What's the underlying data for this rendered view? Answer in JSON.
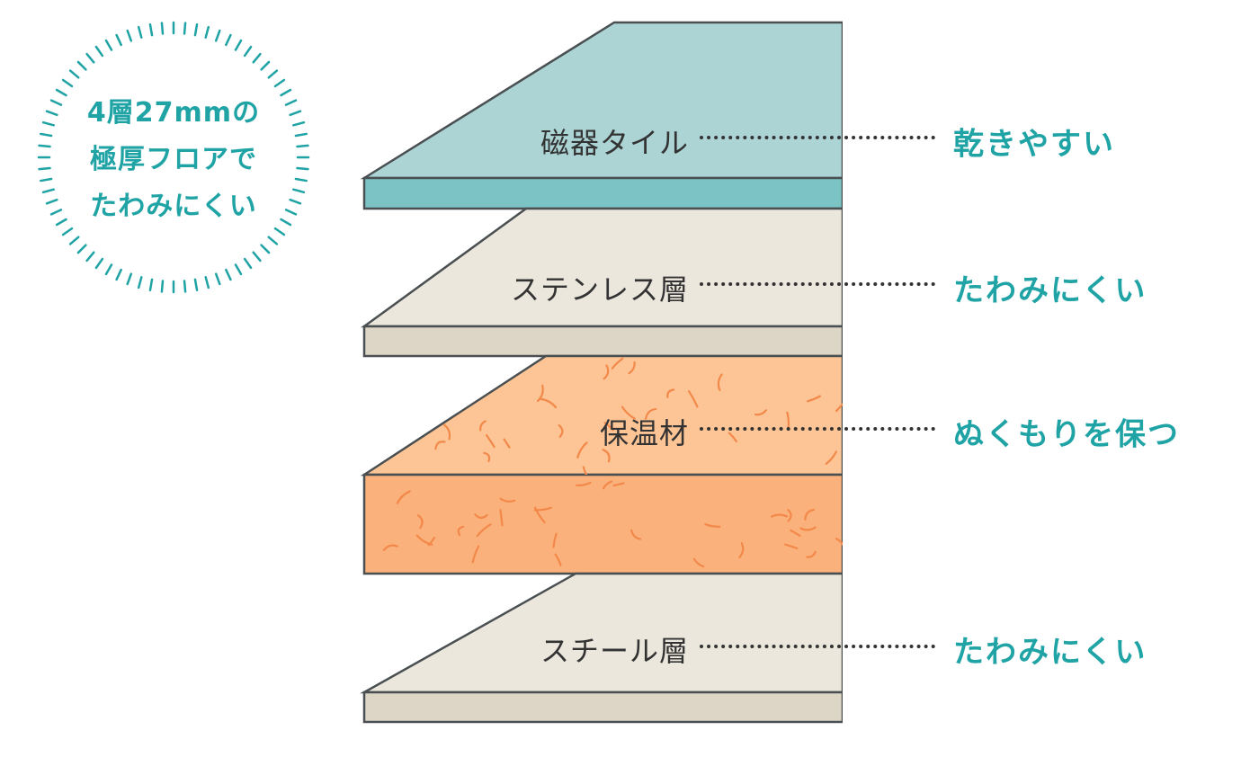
{
  "badge": {
    "lines": [
      "4層27mmの",
      "極厚フロアで",
      "たわみにくい"
    ]
  },
  "layers": [
    {
      "name": "磁器タイル",
      "benefit": "乾きやすい",
      "top_color": "#acd4d5",
      "front_color": "#7cc3c5"
    },
    {
      "name": "ステンレス層",
      "benefit": "たわみにくい",
      "top_color": "#ece7dd",
      "front_color": "#ddd6c7"
    },
    {
      "name": "保温材",
      "benefit": "ぬくもりを保つ",
      "top_color": "#fdc595",
      "front_color": "#fbb17b"
    },
    {
      "name": "スチール層",
      "benefit": "たわみにくい",
      "top_color": "#ece7dd",
      "front_color": "#ddd6c7"
    }
  ],
  "colors": {
    "accent": "#1fa3a5",
    "outline": "#4a4f52",
    "fiber": "#f2894a"
  }
}
